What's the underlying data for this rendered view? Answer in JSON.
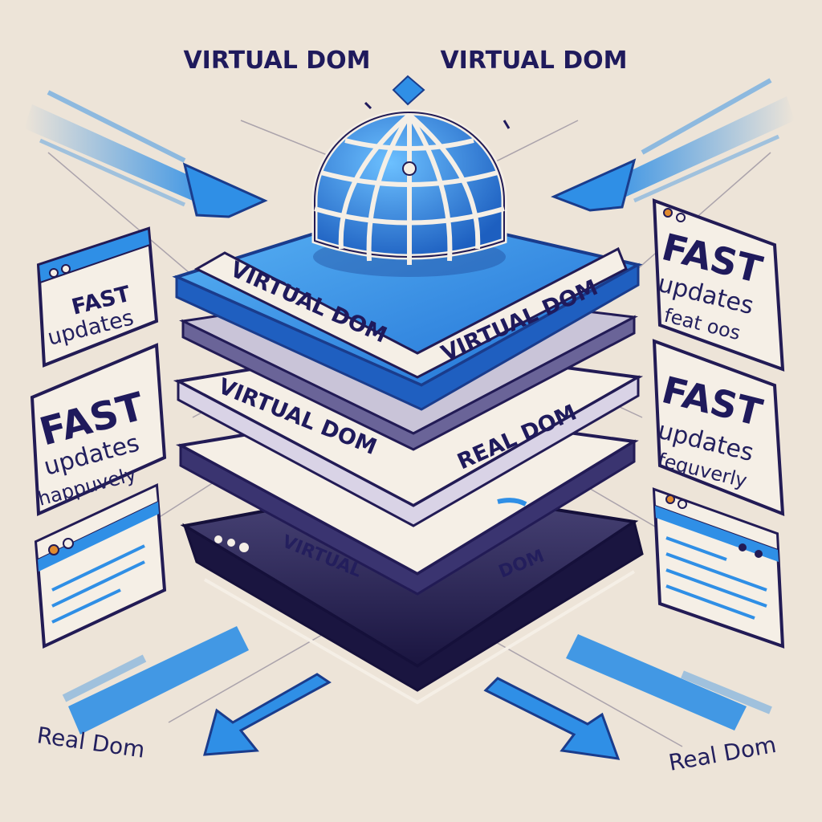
{
  "header": {
    "left_title": "VIRTUAL DOM",
    "right_title": "VIRTUAL DOM"
  },
  "stack": {
    "top_label_left": "VIRTUAL DOM",
    "top_label_right": "VIRTUAL DOM",
    "mid_label_left": "VIRTUAL DOM",
    "mid_label_right": "REAL DOM",
    "bottom_label_left": "VIRTUAL",
    "bottom_label_right": "DOM"
  },
  "left_cards": [
    {
      "line1": "FAST",
      "line2": "updates"
    },
    {
      "line1": "FAST",
      "line2": "updates",
      "line3": "happuvely"
    }
  ],
  "right_cards": [
    {
      "line1": "FAST",
      "line2": "updates",
      "line3": "feat oos"
    },
    {
      "line1": "FAST",
      "line2": "updates",
      "line3": "fequverly"
    }
  ],
  "footer": {
    "left_caption": "Real Dom",
    "right_caption": "Real Dom"
  },
  "colors": {
    "background": "#ede4d8",
    "accent_blue": "#2f8fe6",
    "dark_navy": "#221b55",
    "panel_cream": "#f5efe6"
  }
}
